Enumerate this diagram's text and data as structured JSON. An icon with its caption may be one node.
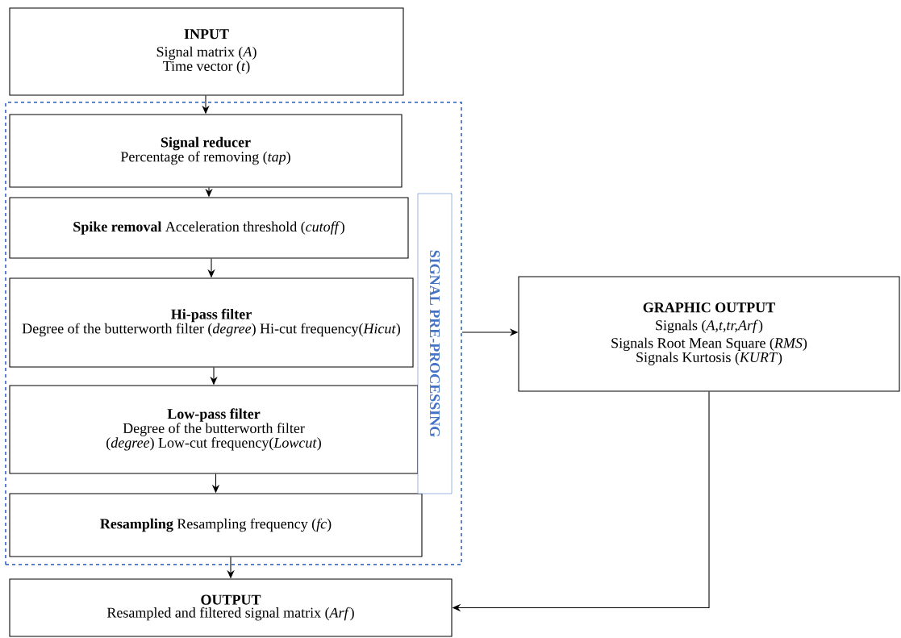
{
  "diagram": {
    "nodes": [
      {
        "text": [
          "INPUT",
          "Signal matrix (*A*)",
          "Time vector (*t*)"
        ]
      },
      {
        "text": [],
        "shape": "box"
      },
      {
        "text": [
          "Signal reducer",
          "Percentage of removing (*tap*)"
        ],
        "in": 1
      },
      {
        "text": [
          "**Spike removal** Acceleration threshold (*cutoff*)"
        ],
        "in": 1
      },
      {
        "text": [
          "Hi-pass filter",
          "Degree of the butterworth filter (*degree*) Hi-cut frequency(*Hicut*)"
        ],
        "in": 1
      },
      {
        "text": [
          "Low-pass filter",
          "Degree of the butterworth filter (*degree*) Low-cut frequency(*Lowcut*)"
        ],
        "in": 1
      },
      {
        "text": [
          "**Resampling** Resampling frequency (*fc*)"
        ],
        "in": 1
      },
      {
        "text": [
          "SIGNAL PRE-PROCESSING"
        ],
        "in": 1
      },
      {
        "text": [
          "GRAPHIC OUTPUT",
          "Signals (*A,t,tr,Arf*)",
          "Signals Root Mean Square (*RMS*)",
          "Signals Kurtosis (*KURT*)"
        ]
      },
      {
        "text": [
          "OUTPUT",
          "Resampled and filtered signal matrix (*Arf*)"
        ]
      }
    ],
    "edges": [
      {
        "from": 0,
        "to": 2,
        "arrow": "to"
      },
      {
        "from": 2,
        "to": 3,
        "arrow": "to"
      },
      {
        "from": 3,
        "to": 4,
        "arrow": "to"
      },
      {
        "from": 4,
        "to": 5,
        "arrow": "to"
      },
      {
        "from": 5,
        "to": 6,
        "arrow": "to"
      },
      {
        "from": 6,
        "to": 9,
        "arrow": "to"
      },
      {
        "from": 1,
        "to": 8,
        "arrow": "to"
      },
      {
        "from": 8,
        "to": 9,
        "arrow": "to"
      }
    ]
  }
}
